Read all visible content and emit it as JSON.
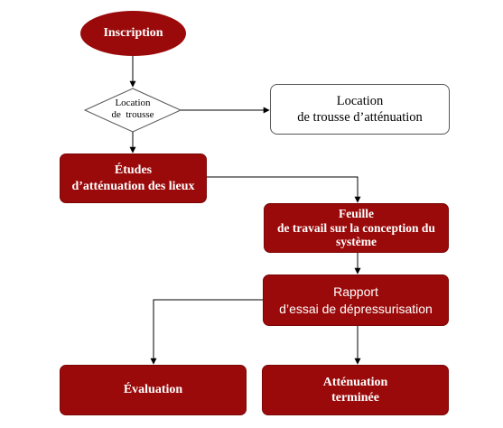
{
  "nodes": {
    "inscription": {
      "lines": [
        "Inscription"
      ]
    },
    "location_decision": {
      "lines": [
        "Location",
        "de  trousse"
      ]
    },
    "location_trousse": {
      "lines": [
        "Location",
        "de trousse d’atténuation"
      ]
    },
    "etudes": {
      "lines": [
        "Études",
        "d’atténuation des lieux"
      ]
    },
    "feuille": {
      "lines": [
        "Feuille",
        "de travail sur la conception du",
        "système"
      ]
    },
    "rapport": {
      "lines": [
        "Rapport",
        "d’essai de dépressurisation"
      ]
    },
    "evaluation": {
      "lines": [
        "Évaluation"
      ]
    },
    "attenuation_terminee": {
      "lines": [
        "Atténuation",
        "terminée"
      ]
    }
  },
  "colors": {
    "node_fill": "#9b0a0a",
    "node_text": "#ffffff",
    "edge": "#000000"
  }
}
